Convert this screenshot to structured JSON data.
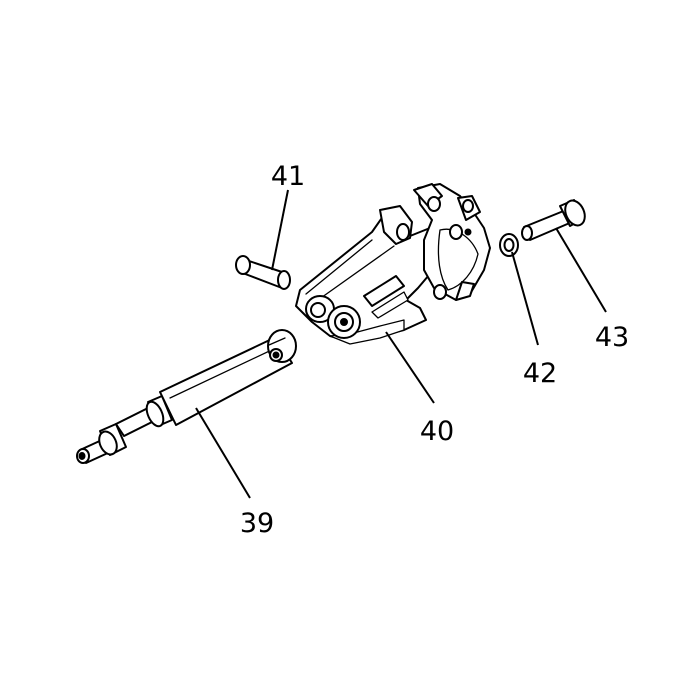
{
  "callouts": {
    "shaft": "39",
    "bracket": "40",
    "pin": "41",
    "washer": "42",
    "bolt": "43"
  }
}
